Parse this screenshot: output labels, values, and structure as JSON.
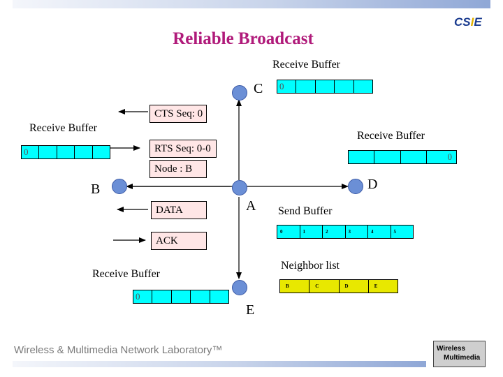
{
  "title": "Reliable Broadcast",
  "nodes": {
    "a": "A",
    "b": "B",
    "c": "C",
    "d": "D",
    "e": "E"
  },
  "buffers": {
    "receive_label": "Receive Buffer",
    "c": [
      "0",
      "",
      "",
      "",
      ""
    ],
    "b": [
      "0",
      "",
      "",
      "",
      ""
    ],
    "d": [
      "",
      "",
      "",
      "0"
    ],
    "e": [
      "0",
      "",
      "",
      "",
      ""
    ]
  },
  "packets": {
    "cts": "CTS Seq: 0",
    "rts": "RTS Seq: 0-0",
    "node": "Node : B",
    "data": "DATA",
    "ack": "ACK"
  },
  "send_buffer": {
    "label": "Send Buffer",
    "cells": [
      "0",
      "1",
      "2",
      "3",
      "4",
      "5"
    ]
  },
  "neighbor_list": {
    "label": "Neighbor list",
    "cells": [
      "B",
      "C",
      "D",
      "E"
    ]
  },
  "footer": "Wireless & Multimedia Network Laboratory™",
  "logos": {
    "cse": "CS",
    "cse_accent": "I",
    "cse_end": "E",
    "wm_line1": "Wireless",
    "wm_line2": "Multimedia"
  }
}
